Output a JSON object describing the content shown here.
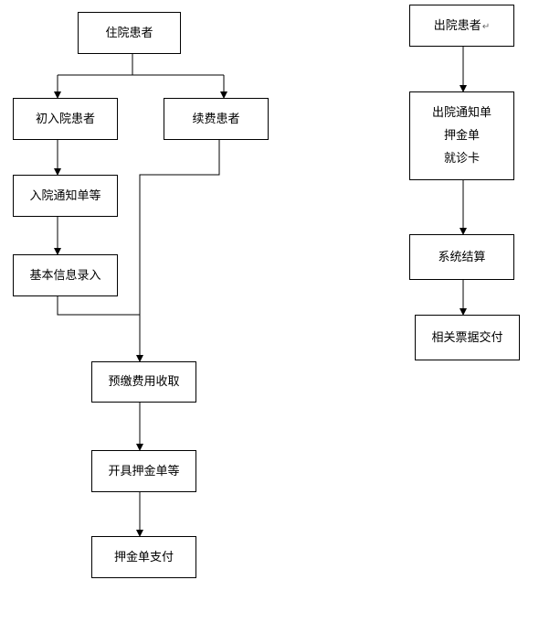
{
  "left_flow": {
    "inpatient": "住院患者",
    "new_admission": "初入院患者",
    "continuing_payment": "续费患者",
    "admission_notice": "入院通知单等",
    "basic_info_entry": "基本信息录入",
    "prepayment_collection": "预缴费用收取",
    "issue_deposit_slip": "开具押金单等",
    "deposit_payment": "押金单支付"
  },
  "right_flow": {
    "discharged_patient": "出院患者",
    "discharged_patient_mark": "↵",
    "discharge_docs": [
      "出院通知单",
      "押金单",
      "就诊卡"
    ],
    "system_settlement": "系统结算",
    "receipt_delivery": "相关票据交付"
  }
}
